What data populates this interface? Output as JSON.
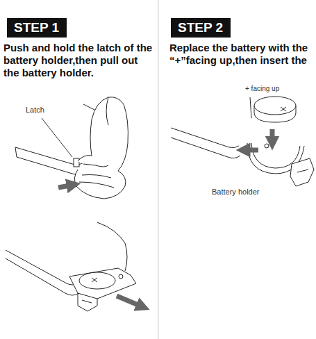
{
  "diagram": {
    "nodes": [
      {
        "text": [
          "STEP 1"
        ]
      },
      {
        "text": [
          "STEP 2"
        ]
      }
    ],
    "labels": [
      "Push and hold the latch of the battery holder,then pull out the battery holder.",
      "Latch",
      "Replace the battery with the “+”facing up,then insert the",
      "+ facing up",
      "Battery holder"
    ]
  }
}
